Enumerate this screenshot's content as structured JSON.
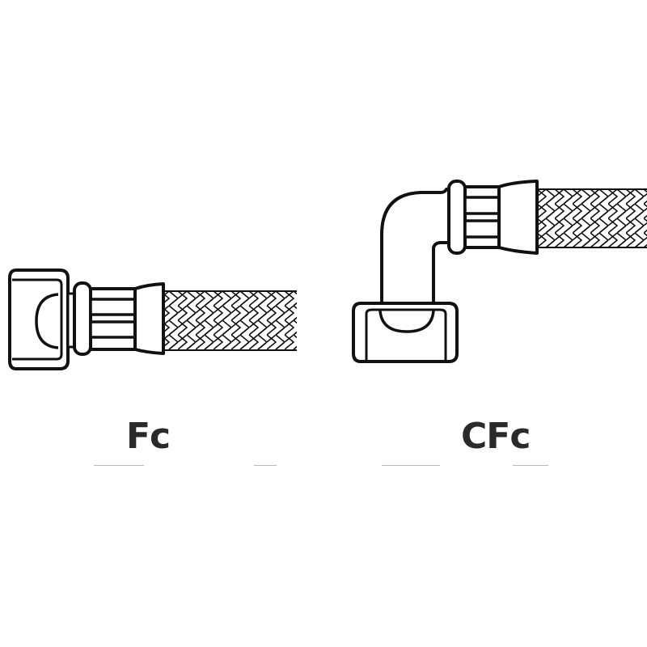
{
  "figure": {
    "background": "#ffffff",
    "stroke_color": "#111111",
    "label_color": "#2b2a2b",
    "fittings": [
      {
        "id": "fc",
        "label": "Fc",
        "description": "Straight female swivel nut fitting on braided hose"
      },
      {
        "id": "cfc",
        "label": "CFc",
        "description": "90-degree elbow female swivel nut fitting on braided hose"
      }
    ]
  }
}
